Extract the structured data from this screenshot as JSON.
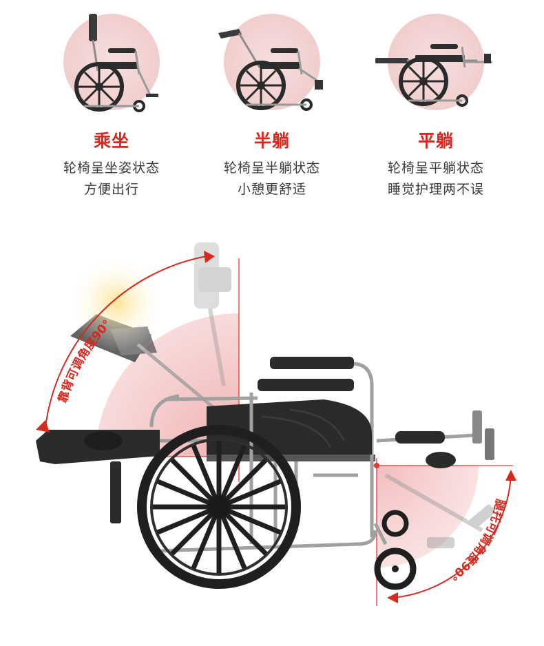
{
  "modes": [
    {
      "title": "乘坐",
      "line1": "轮椅呈坐姿状态",
      "line2": "方便出行"
    },
    {
      "title": "半躺",
      "line1": "轮椅呈半躺状态",
      "line2": "小憩更舒适"
    },
    {
      "title": "平躺",
      "line1": "轮椅呈平躺状态",
      "line2": "睡觉护理两不误"
    }
  ],
  "annotations": {
    "backrest": "靠背可调角度90°",
    "legrest": "腿托可调角度90°"
  },
  "colors": {
    "accent": "#d42a1f",
    "circle": "#f2d0d0",
    "frame": "#9a9a9a",
    "dark": "#2b2b2b"
  }
}
